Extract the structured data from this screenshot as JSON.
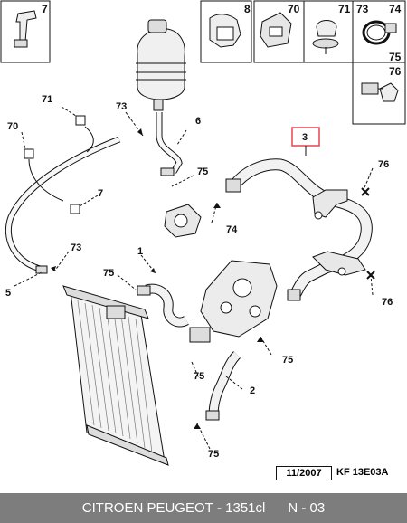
{
  "part_boxes": [
    {
      "label": "7"
    },
    {
      "label": "8"
    },
    {
      "label": "70"
    },
    {
      "label": "71"
    },
    {
      "label": "73"
    },
    {
      "label": "74"
    },
    {
      "label": "75"
    },
    {
      "label": "76"
    }
  ],
  "callouts": {
    "c3": "3",
    "c71": "71",
    "c73a": "73",
    "c6": "6",
    "c70": "70",
    "c75a": "75",
    "c7": "7",
    "c74": "74",
    "c76a": "76",
    "c73b": "73",
    "c1": "1",
    "c75b": "75",
    "c5": "5",
    "c76b": "76",
    "c75c": "75",
    "c75d": "75",
    "c2": "2",
    "c75e": "75"
  },
  "date_stamp": "11/2007",
  "reference_code": "KF 13E03A",
  "footer": {
    "brand": "CITROEN PEUGEOT",
    "part_number": "1351cl",
    "sheet": "N - 03",
    "sep1": " - ",
    "sep2": "      "
  },
  "colors": {
    "highlight_callout": "#e8434f",
    "footer_bg": "#7d7d7d"
  }
}
